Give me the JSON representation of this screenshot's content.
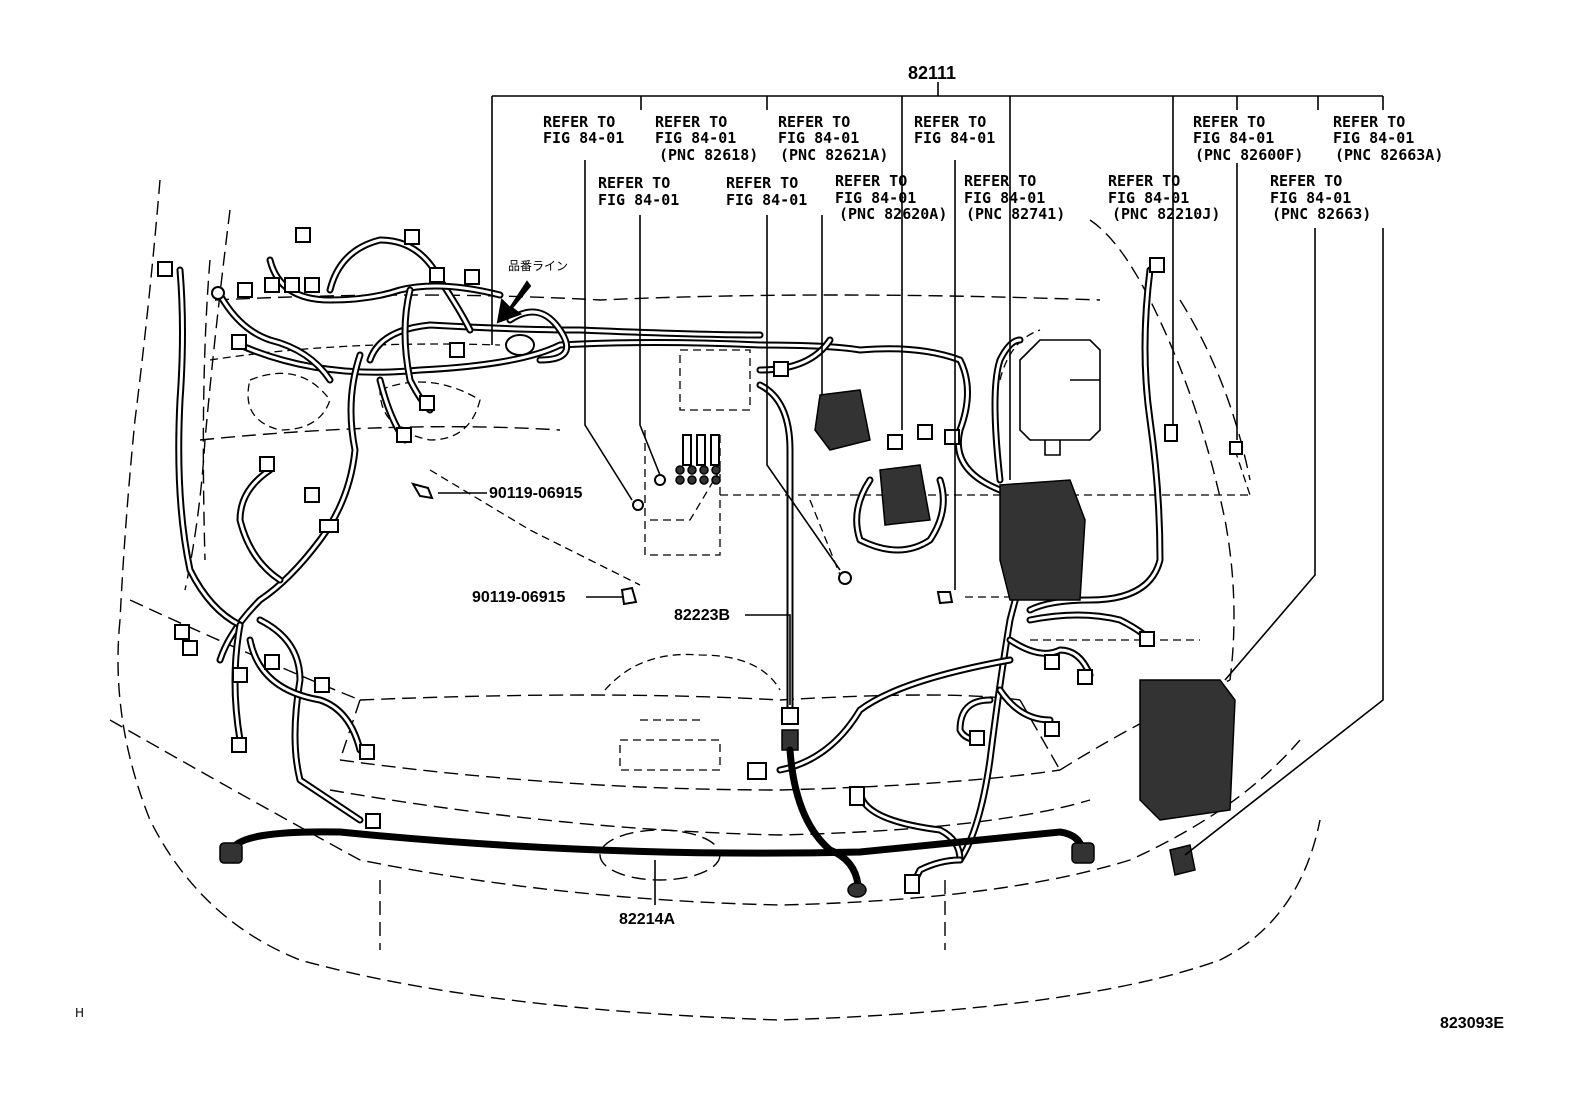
{
  "harness_main": "82111",
  "refer": {
    "r1": [
      "REFER TO",
      "FIG 84-01"
    ],
    "r2": [
      "REFER TO",
      "FIG 84-01",
      "(PNC 82618)"
    ],
    "r3": [
      "REFER TO",
      "FIG 84-01",
      "(PNC 82621A)"
    ],
    "r4": [
      "REFER TO",
      "FIG 84-01"
    ],
    "r5": [
      "REFER TO",
      "FIG 84-01",
      "(PNC 82600F)"
    ],
    "r6": [
      "REFER TO",
      "FIG 84-01",
      "(PNC 82663A)"
    ],
    "r7": [
      "REFER TO",
      "FIG 84-01"
    ],
    "r8": [
      "REFER TO",
      "FIG 84-01"
    ],
    "r9": [
      "REFER TO",
      "FIG 84-01",
      "(PNC 82620A)"
    ],
    "r10": [
      "REFER TO",
      "FIG 84-01",
      "(PNC 82741)"
    ],
    "r11": [
      "REFER TO",
      "FIG 84-01",
      "(PNC 82210J)"
    ],
    "r12": [
      "REFER TO",
      "FIG 84-01",
      "(PNC 82663)"
    ]
  },
  "japanese_note": "品番ライン",
  "bolt_a": "90119-06915",
  "bolt_b": "90119-06915",
  "sub_harness": "82223B",
  "bumper_harness": "82214A",
  "corner_mark": "H",
  "figure_code": "823093E"
}
